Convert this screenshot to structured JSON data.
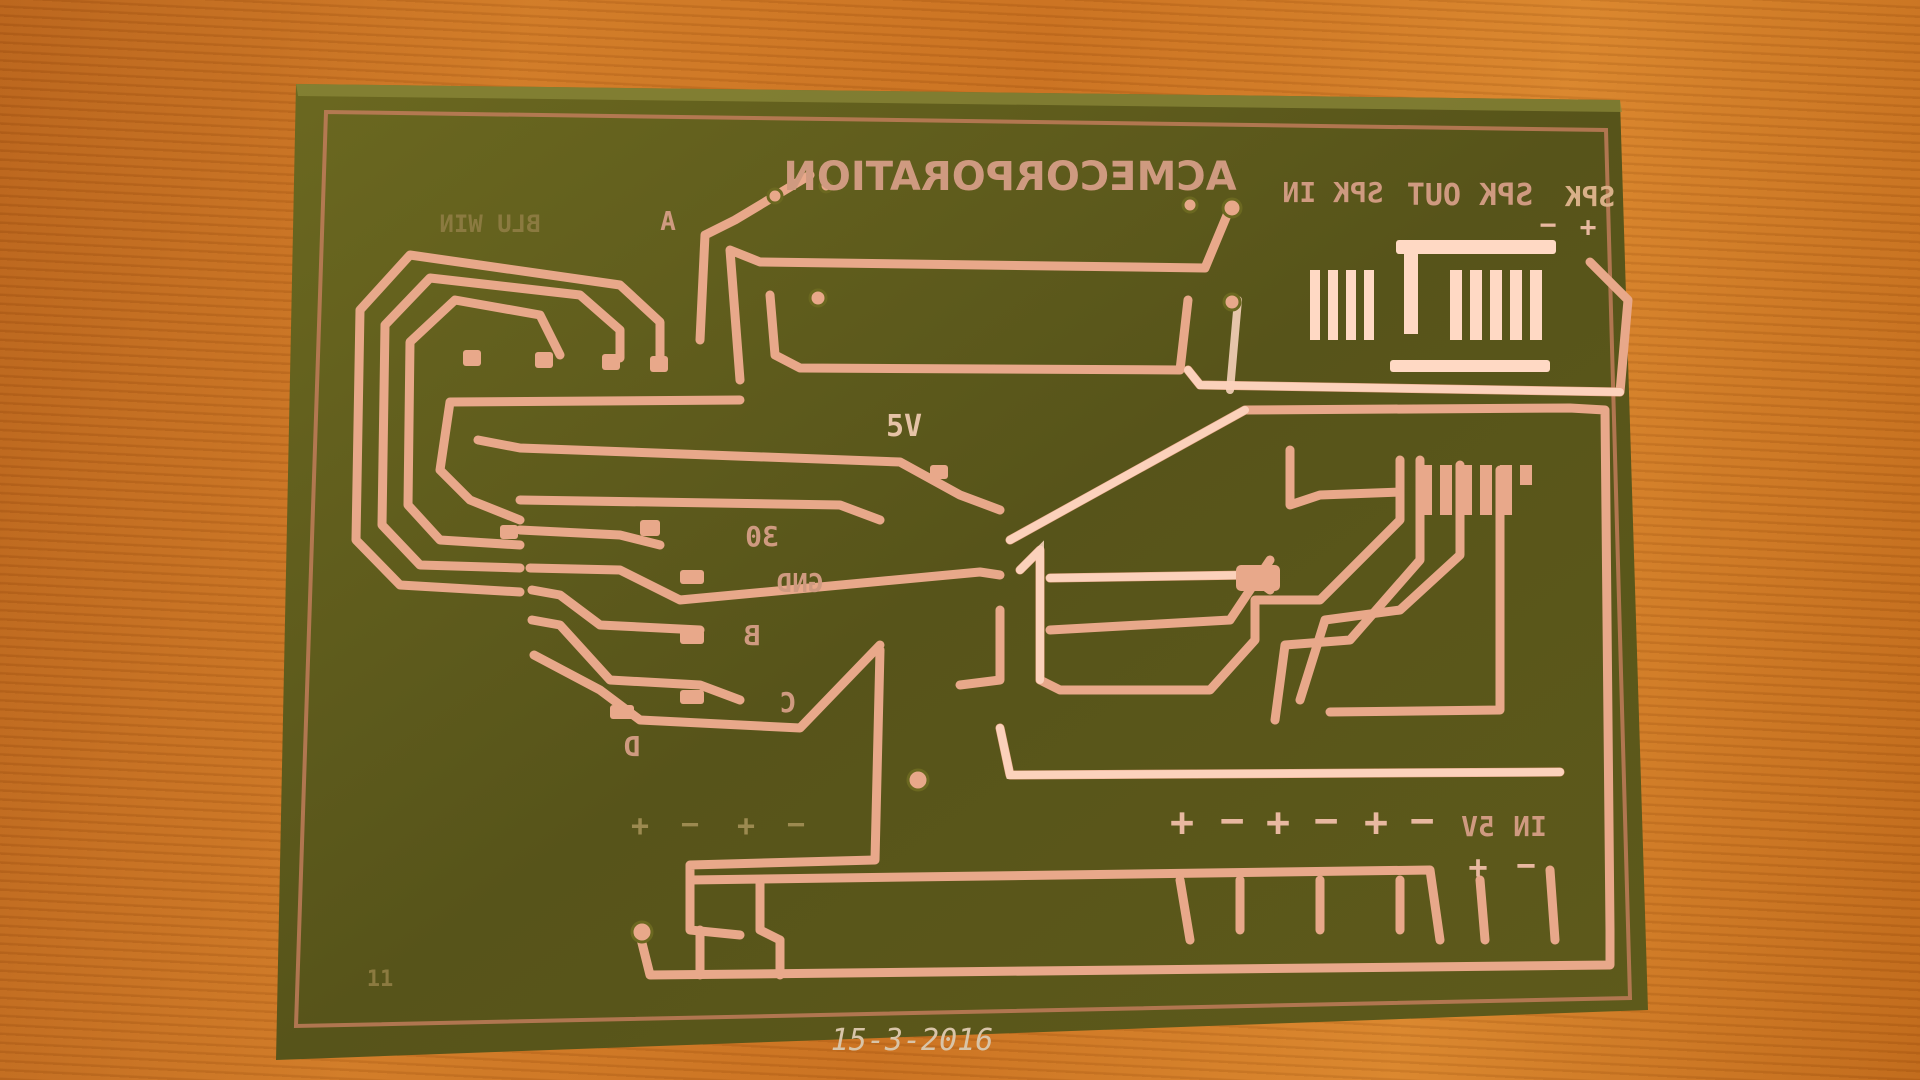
{
  "scene": {
    "colors": {
      "wood": "#c9701f",
      "substrate": "#5d5a1c",
      "substrate_light": "#8a8330",
      "copper": "#e8a88a",
      "copper_bright": "#ffd9c4",
      "date_ink": "#d8c4a8"
    }
  },
  "pcb": {
    "logo": "ACMECORPORATION",
    "labels": {
      "spk_out": "SPK OUT",
      "spk_in": "SPK IN",
      "spk": "SPK",
      "bat": "BLU WIN",
      "a": "A",
      "v5": "5V",
      "d30": "30",
      "gnd": "GND",
      "b": "B",
      "c": "C",
      "d": "D",
      "in": "IN",
      "v5_bottom": "5V",
      "plus": "+",
      "minus": "−",
      "marker": "11"
    },
    "date": "15-3-2016"
  }
}
